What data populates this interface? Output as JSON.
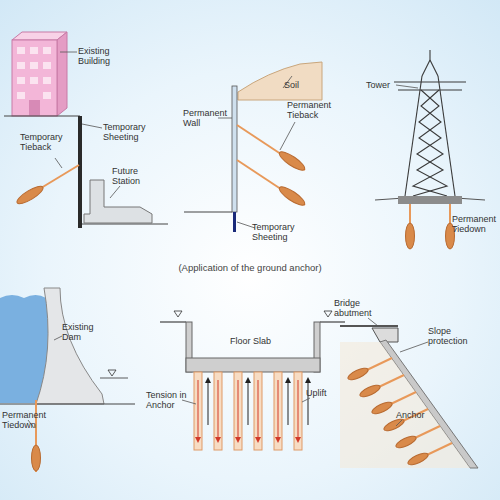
{
  "diagram": {
    "caption": "(Application of the ground anchor)",
    "labels": [
      "Existing Building",
      "Temporary Sheeting",
      "Temporary Tieback",
      "Future Station",
      "Soil",
      "Permanent Wall",
      "Permanent Tieback",
      "Temporary Sheeting",
      "Tower",
      "Permanent Tiedown",
      "Existing Dam",
      "Permanent Tiedown",
      "Floor Slab",
      "Tension in Anchor",
      "Uplift",
      "Bridge abutment",
      "Slope protection",
      "Anchor"
    ]
  }
}
